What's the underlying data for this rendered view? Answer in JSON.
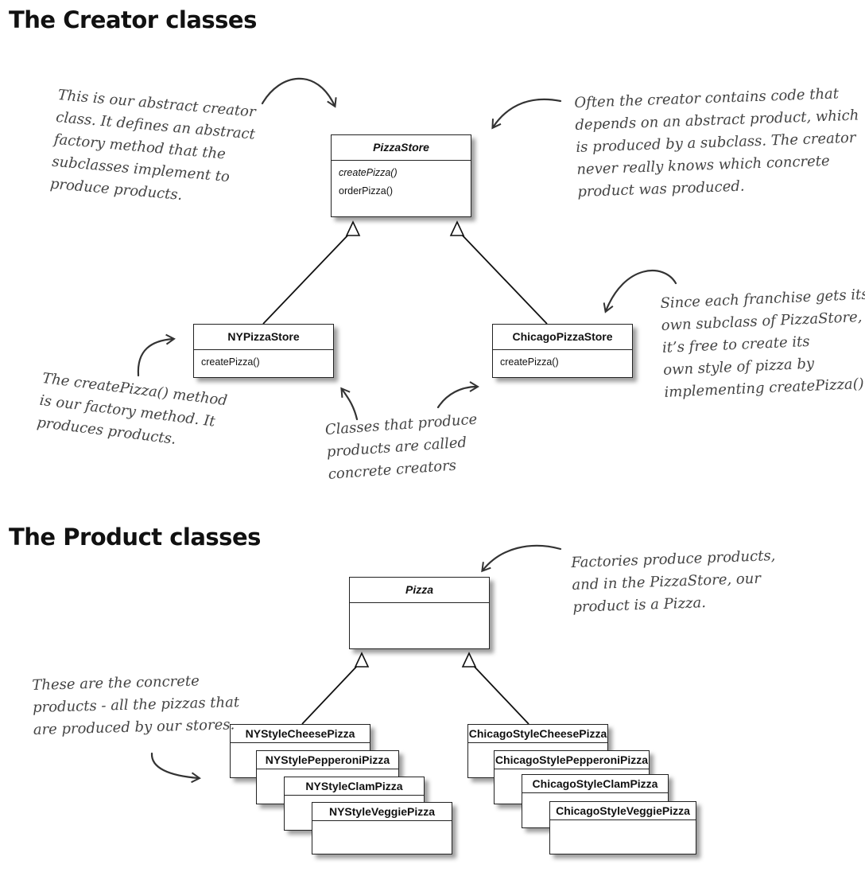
{
  "sections": {
    "creator_heading": "The Creator classes",
    "product_heading": "The Product classes"
  },
  "classes": {
    "pizza_store": {
      "name": "PizzaStore",
      "methods": [
        "createPizza()",
        "orderPizza()"
      ]
    },
    "ny_pizza_store": {
      "name": "NYPizzaStore",
      "methods": [
        "createPizza()"
      ]
    },
    "chicago_pizza_store": {
      "name": "ChicagoPizzaStore",
      "methods": [
        "createPizza()"
      ]
    },
    "pizza": {
      "name": "Pizza"
    },
    "ny_pizzas": [
      "NYStyleCheesePizza",
      "NYStylePepperoniPizza",
      "NYStyleClamPizza",
      "NYStyleVeggiePizza"
    ],
    "chicago_pizzas": [
      "ChicagoStyleCheesePizza",
      "ChicagoStylePepperoniPizza",
      "ChicagoStyleClamPizza",
      "ChicagoStyleVeggiePizza"
    ]
  },
  "annotations": {
    "abstract_creator": [
      "This is our abstract creator",
      "class.  It defines an abstract",
      "factory method that the",
      "subclasses implement to",
      "produce products."
    ],
    "creator_code": [
      "Often the creator contains code that",
      "depends on an abstract product, which",
      "is produced by a subclass.  The creator",
      "never really knows which concrete",
      "product was produced."
    ],
    "franchise": [
      "Since each franchise gets its",
      "own subclass of PizzaStore,",
      "it’s free to create its",
      "own style of pizza by",
      "implementing createPizza()."
    ],
    "factory_method": [
      "The createPizza() method",
      "is our factory method.  It",
      "produces products."
    ],
    "concrete_creators": [
      "Classes that produce",
      "products are called",
      "concrete creators"
    ],
    "factories_produce": [
      "Factories produce products,",
      "and in the PizzaStore, our",
      "product is a Pizza."
    ],
    "concrete_products": [
      "These are the concrete",
      "products - all the pizzas that",
      "are produced by our stores."
    ]
  }
}
